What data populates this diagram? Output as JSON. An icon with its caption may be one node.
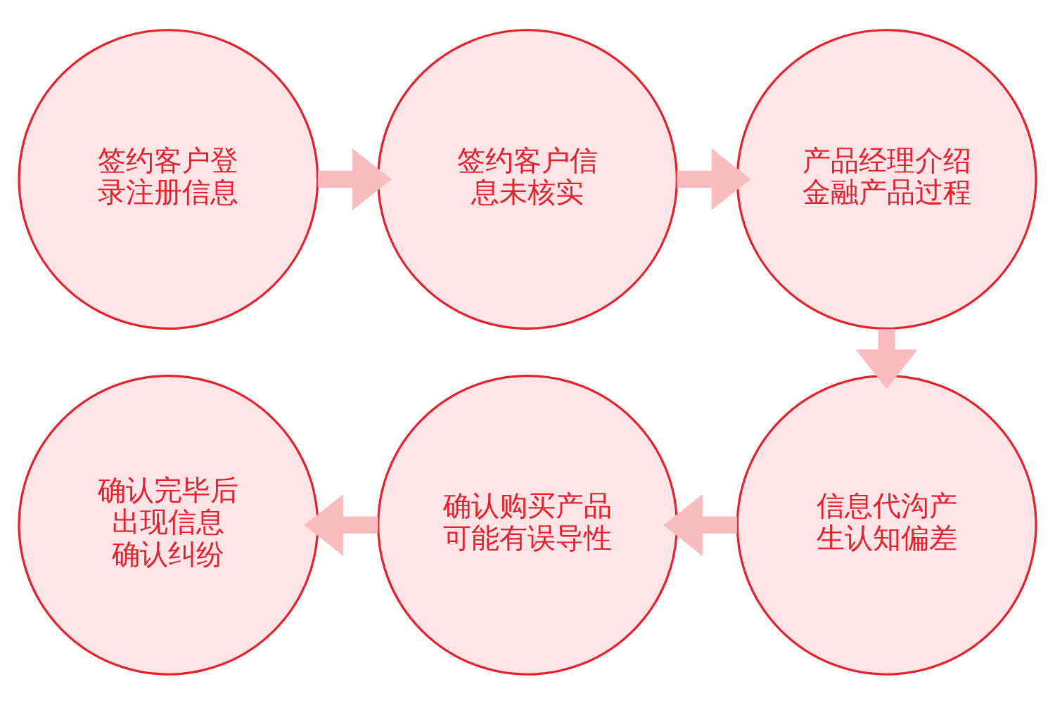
{
  "diagram": {
    "nodes": [
      {
        "text": [
          "签约客户登录注册信息"
        ]
      },
      {
        "text": [
          "签约客户信息未核实"
        ]
      },
      {
        "text": [
          "产品经理介绍金融产品过程"
        ]
      },
      {
        "text": [
          "信息代沟产生认知偏差"
        ]
      },
      {
        "text": [
          "确认购买产品可能有误导性"
        ]
      },
      {
        "text": [
          "确认完毕后出现信息确认纠纷"
        ]
      }
    ],
    "edges": [
      {
        "from": 0,
        "to": 1,
        "arrow": "to"
      },
      {
        "from": 1,
        "to": 2,
        "arrow": "to"
      },
      {
        "from": 2,
        "to": 3,
        "arrow": "to"
      },
      {
        "from": 3,
        "to": 4,
        "arrow": "to"
      },
      {
        "from": 4,
        "to": 5,
        "arrow": "to"
      }
    ]
  }
}
